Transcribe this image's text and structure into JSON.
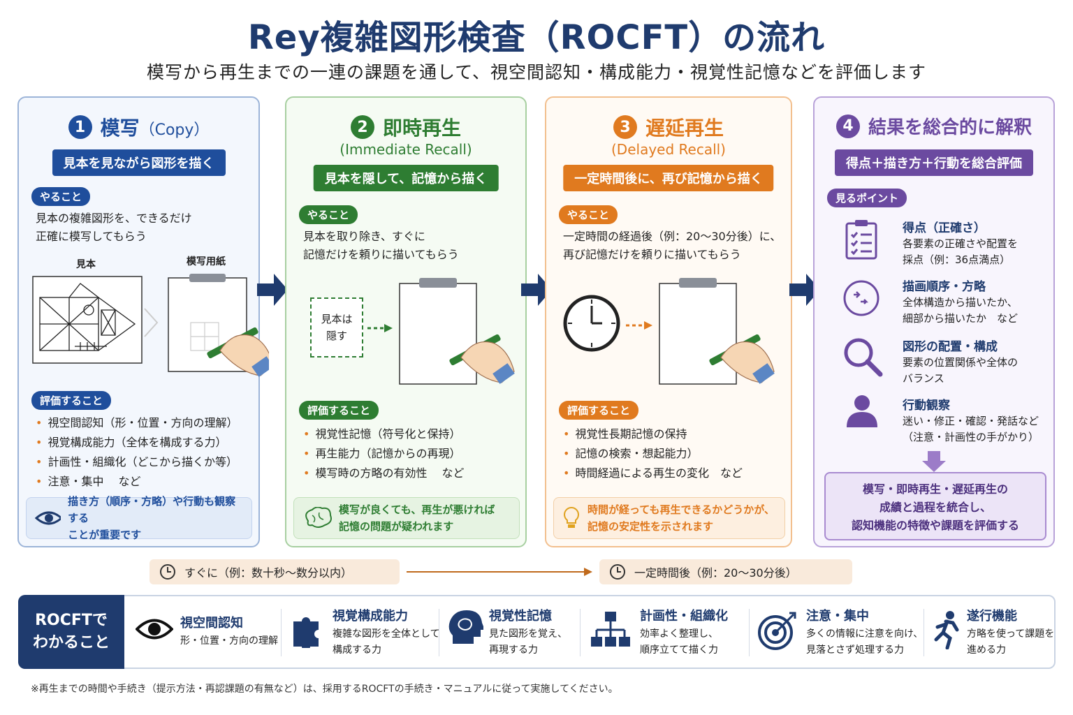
{
  "title": "Rey複雑図形検査（ROCFT）の流れ",
  "subtitle": "模写から再生までの一連の課題を通して、視空間認知・構成能力・視覚性記憶などを評価します",
  "colors": {
    "blue": "#1f4e9c",
    "green": "#2e7d32",
    "orange": "#e07a1f",
    "purple": "#6b4aa0",
    "navy": "#1f3b6e"
  },
  "steps": [
    {
      "num": "1",
      "title": "模写",
      "title_sub": "（Copy）",
      "band": "見本を見ながら図形を描く",
      "do_label": "やること",
      "do_lines": [
        "見本の複雑図形を、できるだけ",
        "正確に模写してもらう"
      ],
      "sample_label": "見本",
      "paper_label": "模写用紙",
      "eval_label": "評価すること",
      "eval_items": [
        "視空間認知（形・位置・方向の理解）",
        "視覚構成能力（全体を構成する力）",
        "計画性・組織化（どこから描くか等）",
        "注意・集中　 など"
      ],
      "note_lines": [
        "描き方（順序・方略）や行動も観察する",
        "ことが重要です"
      ]
    },
    {
      "num": "2",
      "title": "即時再生",
      "title_sub": "(Immediate Recall)",
      "band": "見本を隠して、記憶から描く",
      "do_label": "やること",
      "do_lines": [
        "見本を取り除き、すぐに",
        "記憶だけを頼りに描いてもらう"
      ],
      "hide_lines": [
        "見本は",
        "隠す"
      ],
      "eval_label": "評価すること",
      "eval_items": [
        "視覚性記憶（符号化と保持）",
        "再生能力（記憶からの再現）",
        "模写時の方略の有効性　 など"
      ],
      "note_lines": [
        "模写が良くても、再生が悪ければ",
        "記憶の問題が疑われます"
      ]
    },
    {
      "num": "3",
      "title": "遅延再生",
      "title_sub": "(Delayed Recall)",
      "band": "一定時間後に、再び記憶から描く",
      "do_label": "やること",
      "do_lines": [
        "一定時間の経過後（例：20〜30分後）に、",
        "再び記憶だけを頼りに描いてもらう"
      ],
      "eval_label": "評価すること",
      "eval_items": [
        "視覚性長期記憶の保持",
        "記憶の検索・想起能力）",
        "時間経過による再生の変化　など"
      ],
      "note_lines": [
        "時間が経っても再生できるかどうかが、",
        "記憶の安定性を示されます"
      ]
    },
    {
      "num": "4",
      "title": "結果を総合的に解釈",
      "band": "得点＋描き方＋行動を総合評価",
      "points_label": "見るポイント",
      "points": [
        {
          "title": "得点（正確さ）",
          "lines": [
            "各要素の正確さや配置を",
            "採点（例：36点満点）"
          ]
        },
        {
          "title": "描画順序・方略",
          "lines": [
            "全体構造から描いたか、",
            "細部から描いたか　など"
          ]
        },
        {
          "title": "図形の配置・構成",
          "lines": [
            "要素の位置関係や全体の",
            "バランス"
          ]
        },
        {
          "title": "行動観察",
          "lines": [
            "迷い・修正・確認・発話など",
            "（注意・計画性の手がかり）"
          ]
        }
      ],
      "summary_lines": [
        "模写・即時再生・遅延再生の",
        "成績と過程を統合し、",
        "認知機能の特徴や課題を評価する"
      ]
    }
  ],
  "timeline": {
    "immediate": "すぐに（例：数十秒〜数分以内）",
    "delayed": "一定時間後（例：20〜30分後）"
  },
  "bottom": {
    "heading_lines": [
      "ROCFTで",
      "わかること"
    ],
    "items": [
      {
        "icon": "eye-icon",
        "title": "視空間認知",
        "lines": [
          "形・位置・方向の理解"
        ]
      },
      {
        "icon": "puzzle-icon",
        "title": "視覚構成能力",
        "lines": [
          "複雑な図形を全体として",
          "構成する力"
        ]
      },
      {
        "icon": "brain-head-icon",
        "title": "視覚性記憶",
        "lines": [
          "見た図形を覚え、",
          "再現する力"
        ]
      },
      {
        "icon": "org-chart-icon",
        "title": "計画性・組織化",
        "lines": [
          "効率よく整理し、",
          "順序立てて描く力"
        ]
      },
      {
        "icon": "target-icon",
        "title": "注意・集中",
        "lines": [
          "多くの情報に注意を向け、",
          "見落とさず処理する力"
        ]
      },
      {
        "icon": "runner-icon",
        "title": "遂行機能",
        "lines": [
          "方略を使って課題を",
          "進める力"
        ]
      }
    ]
  },
  "footnote": "※再生までの時間や手続き（提示方法・再認課題の有無など）は、採用するROCFTの手続き・マニュアルに従って実施してください。"
}
